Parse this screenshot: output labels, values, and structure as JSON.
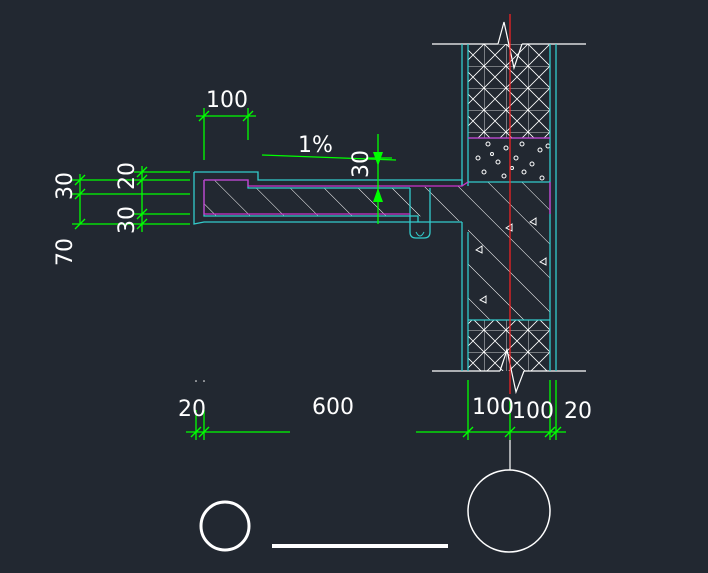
{
  "dimensions": {
    "top_width": "100",
    "slope": "1%",
    "slope_drop": "30",
    "left_30_top": "30",
    "left_20": "20",
    "left_30_bottom": "30",
    "left_70": "70",
    "bottom_20_left": "20",
    "bottom_600": "600",
    "bottom_100_a": "100",
    "bottom_100_b": "100",
    "bottom_20_right": "20"
  },
  "colors": {
    "background": "#222831",
    "dimension_lines": "#00ff00",
    "outline": "#33cccc",
    "membrane": "#cc33cc",
    "axis": "#ff2222",
    "text": "#ffffff",
    "hatch": "#ffffff"
  }
}
